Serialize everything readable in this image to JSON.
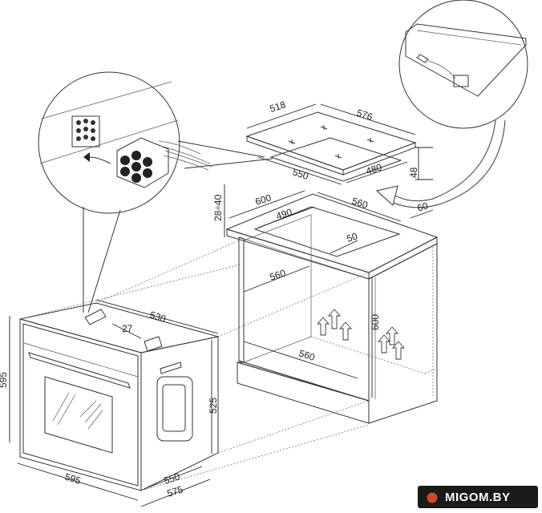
{
  "dimensions": {
    "hob_left_depth": "518",
    "hob_right_width": "576",
    "hob_cut_width": "550",
    "hob_cut_depth": "480",
    "hob_height": "48",
    "counter_thickness": "28÷40",
    "counter_depth": "600",
    "counter_cut_depth": "490",
    "counter_cut_width": "560",
    "counter_edge": "60",
    "counter_gap": "50",
    "cabinet_depth": "560",
    "cabinet_height": "600",
    "cabinet_width": "560",
    "oven_depth": "530",
    "oven_panel": "27",
    "oven_height": "595",
    "oven_body_height": "525",
    "oven_width": "595",
    "oven_body_width": "550",
    "oven_frame_width": "575"
  },
  "brand": {
    "name": "MIGOM.BY",
    "accent": "#d9412b",
    "leaf": "#3fa34d"
  }
}
